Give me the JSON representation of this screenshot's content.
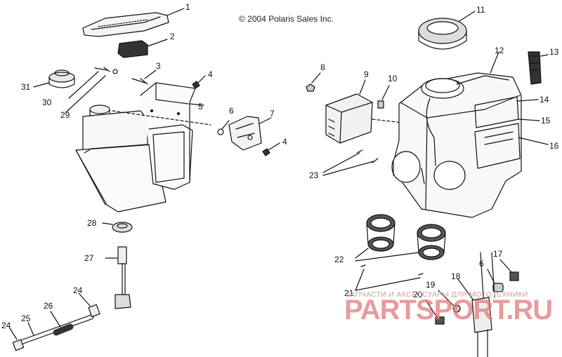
{
  "copyright": "© 2004 Polaris Sales Inc.",
  "watermark": {
    "tagline": "ЗАПЧАСТИ И АКСЕССУАРЫ ДЛЯ МОТОТЕХНИКИ",
    "logo": "PARTSPORT.RU",
    "color": "#e27a7a"
  },
  "callouts": [
    "1",
    "2",
    "3",
    "4",
    "4",
    "5",
    "6",
    "6",
    "7",
    "8",
    "9",
    "10",
    "11",
    "12",
    "13",
    "14",
    "15",
    "16",
    "17",
    "18",
    "19",
    "20",
    "21",
    "22",
    "23",
    "24",
    "24",
    "25",
    "26",
    "27",
    "28",
    "29",
    "30",
    "31"
  ],
  "line_color": "#111111"
}
